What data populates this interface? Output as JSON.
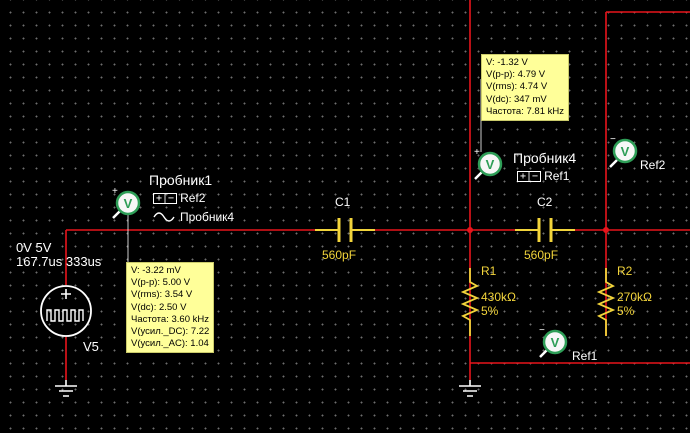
{
  "source": {
    "name": "V5",
    "line1": "0V 5V",
    "line2": "167.7us 333us"
  },
  "probes": {
    "probe1": {
      "name": "Пробник1",
      "ref": "Ref2",
      "ref_symbol": "+|−",
      "link": "Пробник4",
      "readout": [
        "V: -3.22 mV",
        "V(p-p): 5.00 V",
        "V(rms): 3.54 V",
        "V(dc): 2.50 V",
        "Частота: 3.60 kHz",
        "V(усил._DC): 7.22",
        "V(усил._AC): 1.04"
      ]
    },
    "probe4": {
      "name": "Пробник4",
      "ref": "Ref1",
      "ref_symbol": "+|−",
      "readout": [
        "V: -1.32 V",
        "V(p-p): 4.79 V",
        "V(rms): 4.74 V",
        "V(dc): 347 mV",
        "Частота: 7.81 kHz"
      ]
    },
    "ref2_probe": {
      "label": "Ref2"
    },
    "ref1_probe": {
      "label": "Ref1"
    }
  },
  "components": {
    "c1": {
      "name": "C1",
      "value": "560pF"
    },
    "c2": {
      "name": "C2",
      "value": "560pF"
    },
    "r1": {
      "name": "R1",
      "value": "430kΩ",
      "tol": "5%"
    },
    "r2": {
      "name": "R2",
      "value": "270kΩ",
      "tol": "5%"
    }
  },
  "colors": {
    "wire": "#e8141b",
    "component": "#f2d43b",
    "probe": "#ffffff",
    "tooltip": "#ffff99"
  },
  "icons": {
    "probe": "voltage-probe-icon",
    "source": "pulse-source-icon",
    "ground": "ground-icon"
  }
}
